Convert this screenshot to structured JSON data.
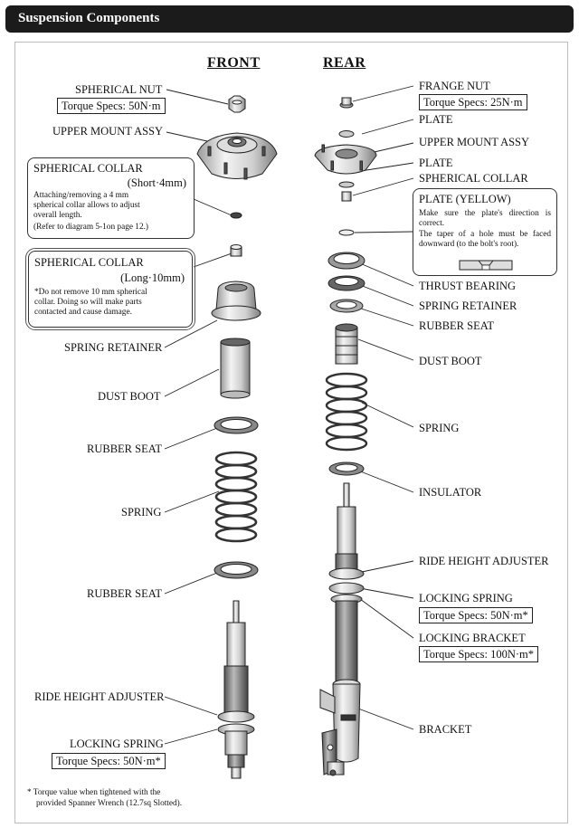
{
  "header": {
    "title": "Suspension Components"
  },
  "columns": {
    "front": "FRONT",
    "rear": "REAR"
  },
  "front": {
    "spherical_nut": "SPHERICAL NUT",
    "spherical_nut_torque": "Torque Specs: 50N·m",
    "upper_mount_assy": "UPPER MOUNT ASSY",
    "collar_short": {
      "title": "SPHERICAL COLLAR",
      "size": "(Short·4mm)",
      "body": "Attaching/removing a 4 mm spherical collar allows to adjust overall length.",
      "ref": "(Refer to diagram 5-1on page 12.)"
    },
    "collar_long": {
      "title": "SPHERICAL COLLAR",
      "size": "(Long·10mm)",
      "body": "*Do not remove 10 mm spherical collar. Doing so will make parts contacted and cause damage."
    },
    "spring_retainer": "SPRING RETAINER",
    "dust_boot": "DUST BOOT",
    "rubber_seat_upper": "RUBBER SEAT",
    "spring": "SPRING",
    "rubber_seat_lower": "RUBBER SEAT",
    "ride_height_adjuster": "RIDE HEIGHT ADJUSTER",
    "locking_spring": "LOCKING SPRING",
    "locking_spring_torque": "Torque Specs: 50N·m*"
  },
  "rear": {
    "frange_nut": "FRANGE NUT",
    "frange_nut_torque": "Torque Specs: 25N·m",
    "plate_1": "PLATE",
    "upper_mount_assy": "UPPER MOUNT ASSY",
    "plate_2": "PLATE",
    "spherical_collar": "SPHERICAL COLLAR",
    "plate_yellow": {
      "title": "PLATE (YELLOW)",
      "body1": "Make sure the plate's direction is correct.",
      "body2": "The taper of a hole must be faced downward (to the bolt's root)."
    },
    "thrust_bearing": "THRUST BEARING",
    "spring_retainer": "SPRING RETAINER",
    "rubber_seat": "RUBBER SEAT",
    "dust_boot": "DUST BOOT",
    "spring": "SPRING",
    "insulator": "INSULATOR",
    "ride_height_adjuster": "RIDE HEIGHT ADJUSTER",
    "locking_spring": "LOCKING SPRING",
    "locking_spring_torque": "Torque Specs: 50N·m*",
    "locking_bracket": "LOCKING BRACKET",
    "locking_bracket_torque": "Torque Specs: 100N·m*",
    "bracket": "BRACKET"
  },
  "footnote": {
    "line1": "* Torque value when tightened with the",
    "line2": "provided Spanner Wrench (12.7sq Slotted)."
  }
}
